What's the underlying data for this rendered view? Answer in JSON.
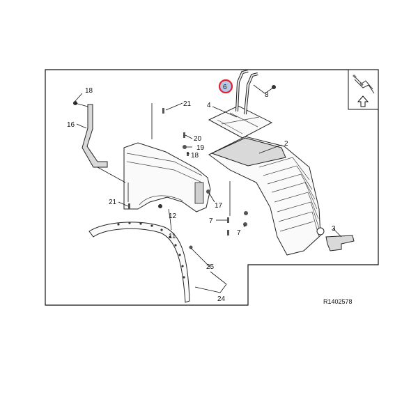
{
  "diagram": {
    "reference_code": "R1402578",
    "highlight_color": "#e0232e",
    "callouts": [
      {
        "id": "c1",
        "label": "18"
      },
      {
        "id": "c2",
        "label": "16"
      },
      {
        "id": "c3",
        "label": "21"
      },
      {
        "id": "c4",
        "label": "20"
      },
      {
        "id": "c5",
        "label": "19"
      },
      {
        "id": "c6",
        "label": "18"
      },
      {
        "id": "c7",
        "label": "4"
      },
      {
        "id": "c8",
        "label": "6",
        "highlighted": true
      },
      {
        "id": "c9",
        "label": "8"
      },
      {
        "id": "c10",
        "label": "2"
      },
      {
        "id": "c11",
        "label": "21"
      },
      {
        "id": "c12",
        "label": "17"
      },
      {
        "id": "c13",
        "label": "12"
      },
      {
        "id": "c14",
        "label": "11"
      },
      {
        "id": "c15",
        "label": "7"
      },
      {
        "id": "c16",
        "label": "7"
      },
      {
        "id": "c17",
        "label": "3"
      },
      {
        "id": "c18",
        "label": "25"
      },
      {
        "id": "c19",
        "label": "24"
      }
    ],
    "orientation_icon": "front-arrow-icon"
  }
}
